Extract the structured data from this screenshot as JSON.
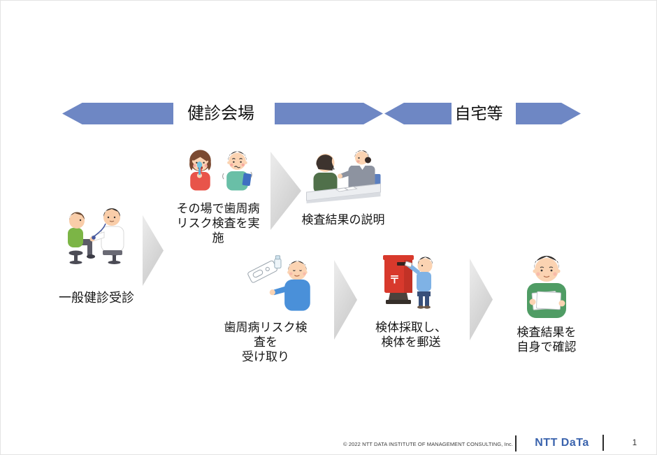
{
  "banner": {
    "venue_label": "健診会場",
    "home_label": "自宅等"
  },
  "steps": {
    "general_checkup": {
      "label": "一般健診受診"
    },
    "onsite_test": {
      "line1": "その場で歯周病",
      "line2": "リスク検査を実施"
    },
    "result_explanation": {
      "label": "検査結果の説明"
    },
    "receive_kit": {
      "line1": "歯周病リスク検査を",
      "line2": "受け取り"
    },
    "mail_sample": {
      "line1": "検体採取し、",
      "line2": "検体を郵送"
    },
    "self_check": {
      "line1": "検査結果を",
      "line2": "自身で確認"
    }
  },
  "illustrations": {
    "general_checkup": "doctor-examining-patient",
    "onsite_test": "children-oral-swab-test",
    "result_explanation": "staff-explaining-results-at-desk",
    "receive_kit": "man-receiving-test-kit",
    "mail_sample": "man-posting-sample-at-postbox",
    "self_check": "man-reading-result-papers",
    "postal_mark": "〒"
  },
  "footer": {
    "copyright": "© 2022 NTT DATA INSTITUTE OF MANAGEMENT CONSULTING, Inc.",
    "logo_text": "NTT DaTa",
    "page_number": "1"
  },
  "colors": {
    "banner_blue": "#6E87C4",
    "arrow_gray": "#D9D9D9",
    "logo_blue": "#3A63AD"
  }
}
